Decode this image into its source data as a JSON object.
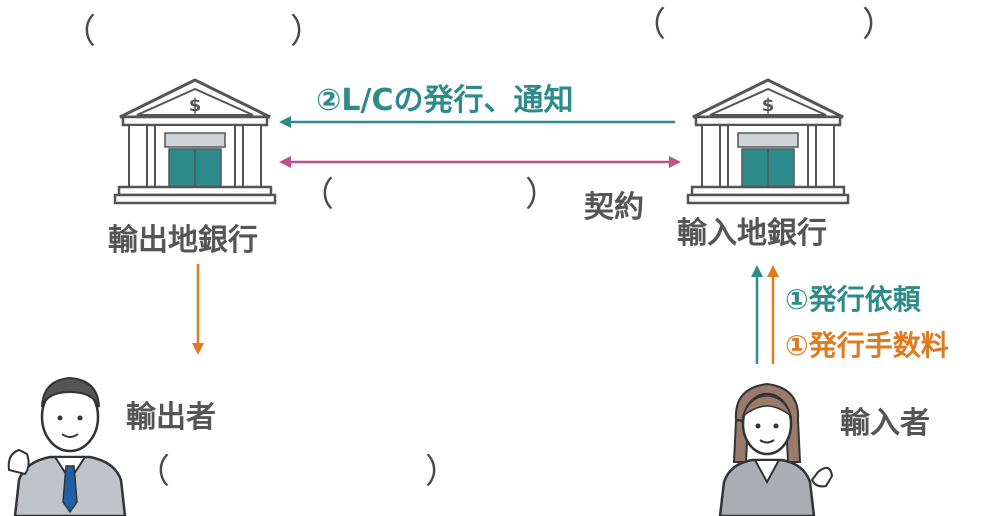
{
  "parens": {
    "open": "（",
    "close": "）"
  },
  "arrows": {
    "lc_label": "②L/Cの発行、通知",
    "contract_label": "契約",
    "request_label": "①発行依頼",
    "fee_label": "①発行手数料"
  },
  "banks": {
    "export_bank": "輸出地銀行",
    "import_bank": "輸入地銀行",
    "symbol": "$"
  },
  "people": {
    "exporter": "輸出者",
    "importer": "輸入者"
  },
  "colors": {
    "teal": "#2e8b8b",
    "orange": "#e07a1f",
    "pink": "#c0508a",
    "text": "#555555"
  },
  "icons": [
    "bank-icon",
    "businessman-icon",
    "businesswoman-icon"
  ]
}
